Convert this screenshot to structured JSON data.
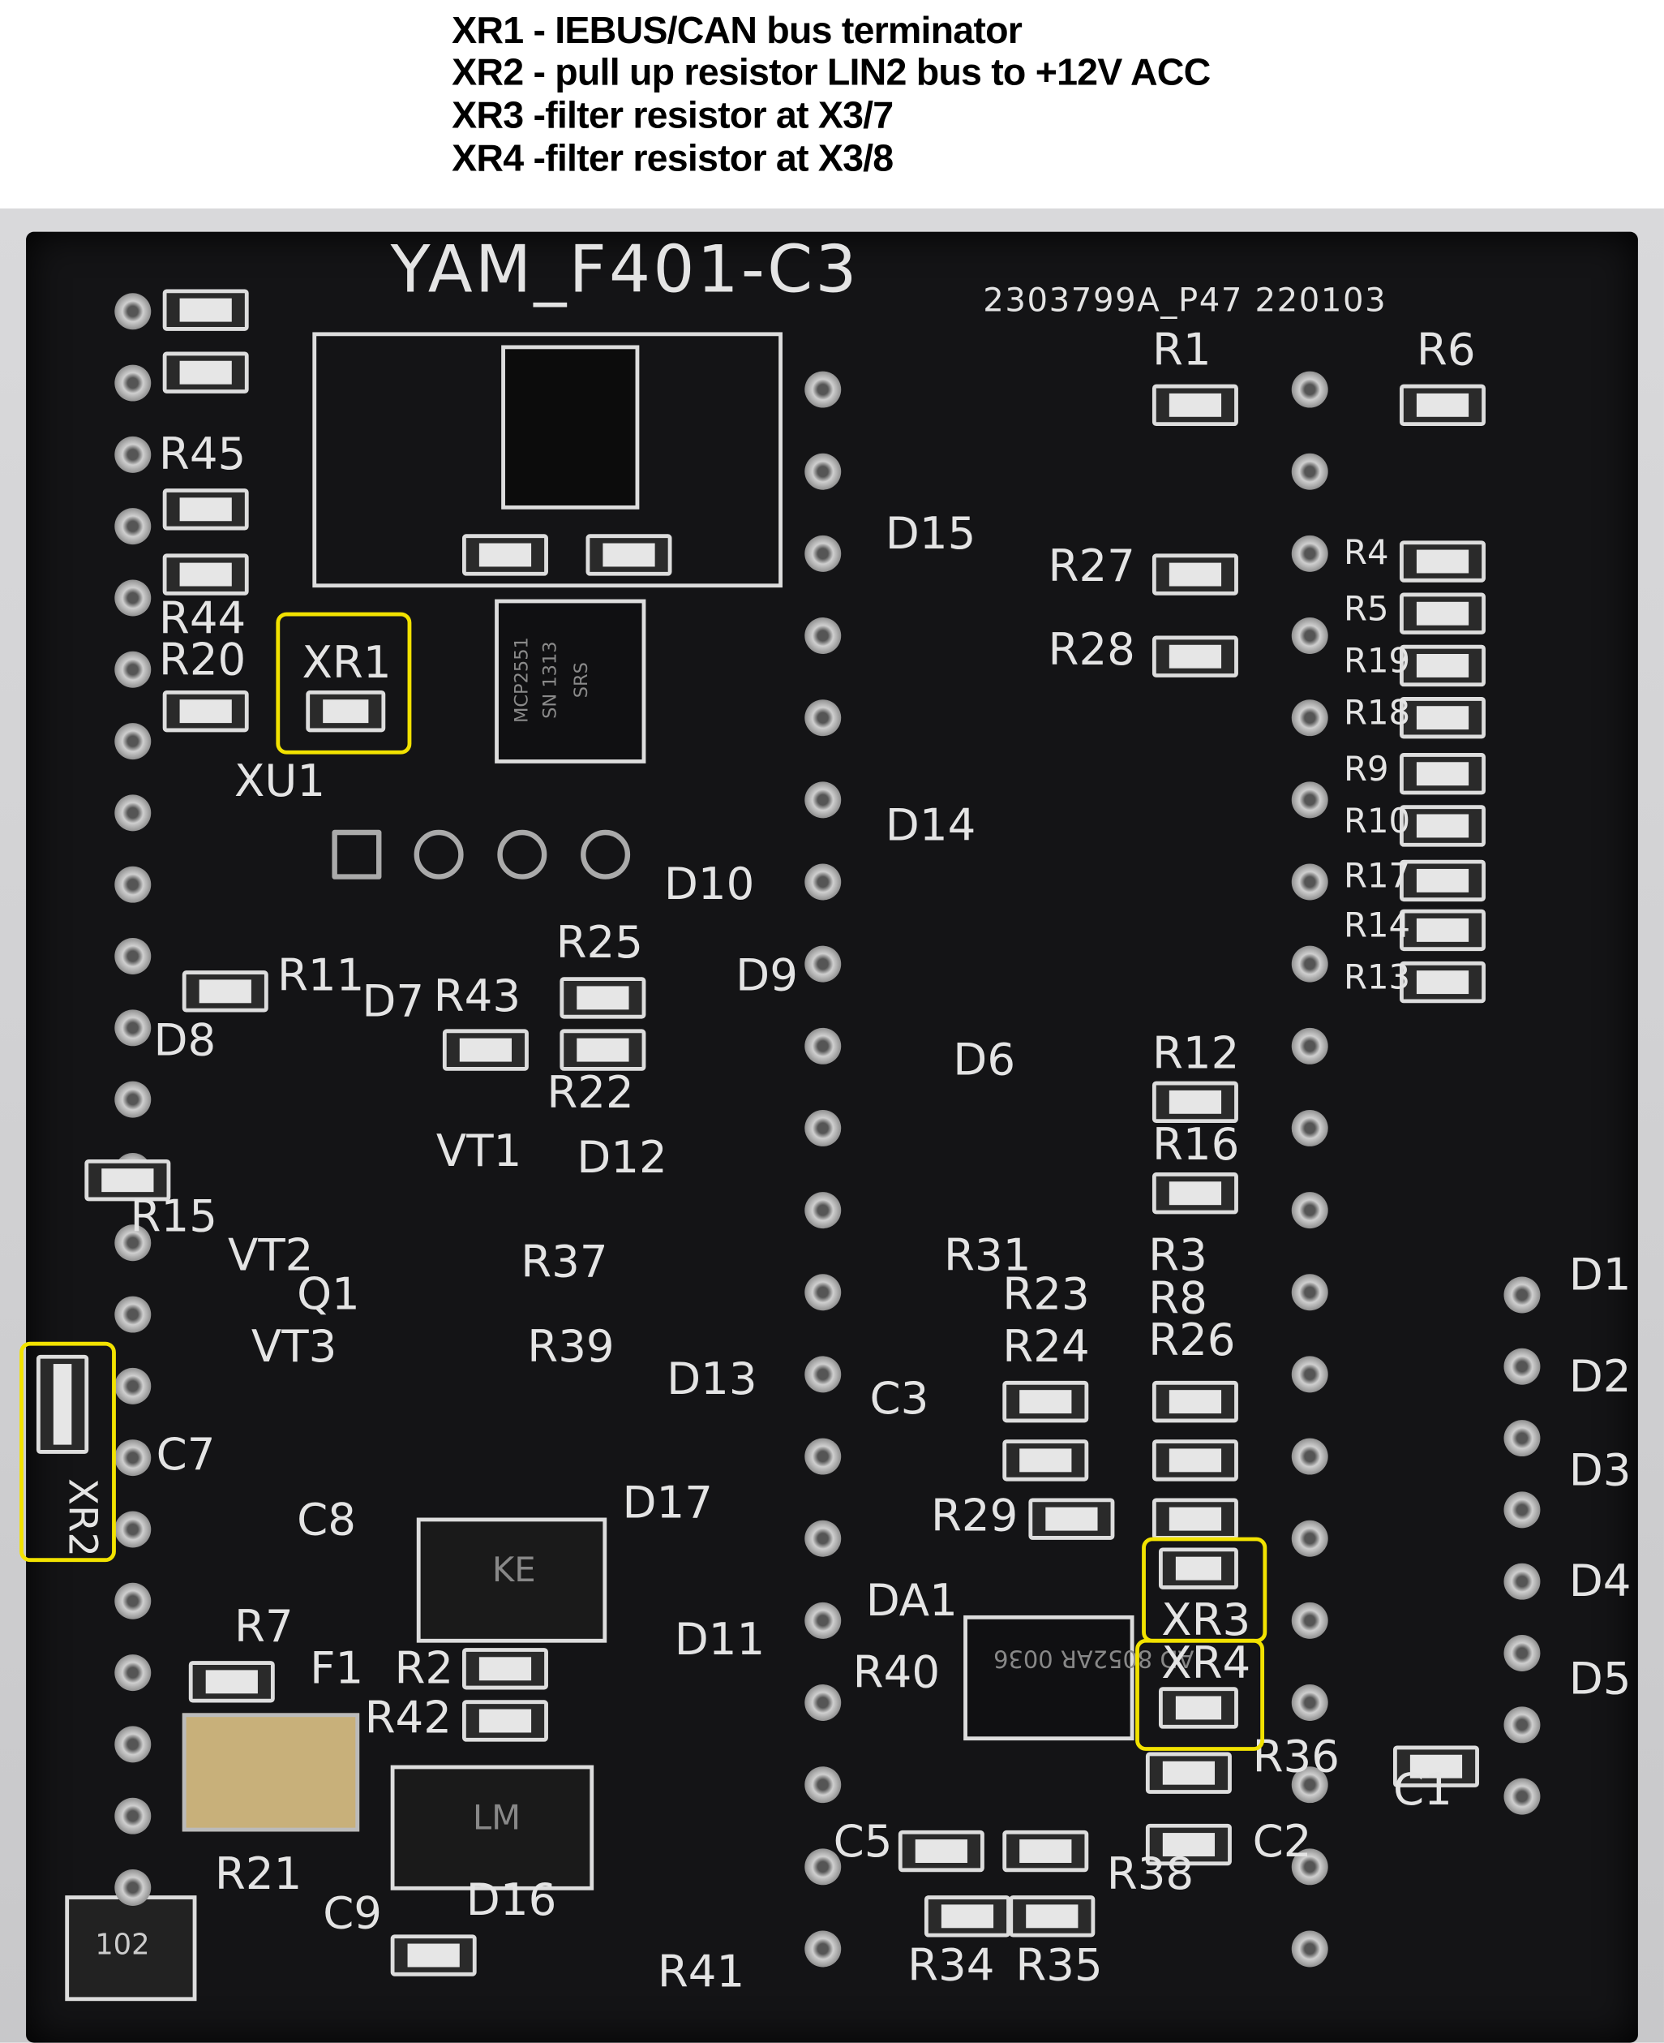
{
  "notes": [
    "XR1 - IEBUS/CAN bus terminator",
    "XR2 - pull up resistor LIN2 bus to +12V ACC",
    "XR3 -filter resistor at X3/7",
    "XR4 -filter resistor at X3/8"
  ],
  "board": {
    "title": "YAM_F401-C3",
    "code": "2303799A_P47  220103",
    "labels": [
      "R1",
      "R6",
      "R45",
      "R44",
      "R20",
      "XR1",
      "XU1",
      "D15",
      "R27",
      "R28",
      "D14",
      "D10",
      "R25",
      "R11",
      "D7",
      "R43",
      "D9",
      "D8",
      "R22",
      "D6",
      "R12",
      "R16",
      "VT1",
      "D12",
      "R15",
      "VT2",
      "R37",
      "R31",
      "R3",
      "R23",
      "R8",
      "Q1",
      "VT3",
      "R39",
      "R24",
      "R26",
      "D13",
      "C3",
      "D1",
      "D2",
      "D3",
      "D4",
      "D5",
      "C7",
      "C8",
      "D17",
      "R29",
      "XR3",
      "XR4",
      "DA1",
      "D11",
      "R7",
      "F1",
      "R2",
      "R40",
      "R42",
      "R36",
      "C1",
      "C5",
      "C2",
      "R38",
      "R21",
      "C9",
      "D16",
      "R41",
      "R34",
      "R35",
      "XR2",
      "R4",
      "R5",
      "R19",
      "R18",
      "R9",
      "R10",
      "R17",
      "R14",
      "R13"
    ],
    "chip_marks": [
      "MCP2551",
      "SN 1313",
      "SRS",
      "AD 8052AR 0036",
      "KE",
      "LM",
      "102"
    ],
    "highlight_color": "#f2e200"
  }
}
